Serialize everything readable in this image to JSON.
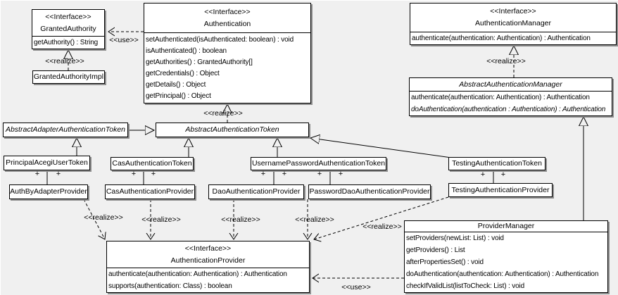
{
  "labels": {
    "use": "<<use>>",
    "realize": "<<realize>>",
    "plus": "+"
  },
  "colors": {
    "background": "#f0f0f0",
    "box_fill": "#ffffff",
    "line": "#000000",
    "shadow": "#8e8e8e"
  },
  "classes": {
    "grantedAuthority": {
      "stereotype": "<<Interface>>",
      "name": "GrantedAuthority",
      "methods": [
        {
          "text": "getAuthority() : String"
        }
      ]
    },
    "grantedAuthorityImpl": {
      "name": "GrantedAuthorityImpl"
    },
    "authentication": {
      "stereotype": "<<Interface>>",
      "name": "Authentication",
      "methods": [
        {
          "text": "setAuthenticated(isAuthenticated: boolean) : void"
        },
        {
          "text": "isAuthenticated() : boolean"
        },
        {
          "text": "getAuthorities() : GrantedAuthority[]"
        },
        {
          "text": "getCredentials() : Object"
        },
        {
          "text": "getDetails() : Object"
        },
        {
          "text": "getPrincipal() : Object"
        }
      ]
    },
    "authenticationManager": {
      "stereotype": "<<Interface>>",
      "name": "AuthenticationManager",
      "methods": [
        {
          "text": "authenticate(authentication: Authentication) : Authentication"
        }
      ]
    },
    "abstractAuthenticationManager": {
      "name": "AbstractAuthenticationManager",
      "abstract": true,
      "methods": [
        {
          "text": "authenticate(authentication: Authentication) : Authentication"
        },
        {
          "text": "doAuthentication(authentication : Authentication) : Authentication",
          "italic": true
        }
      ]
    },
    "abstractAdapterAuthenticationToken": {
      "name": "AbstractAdapterAuthenticationToken",
      "abstract": true
    },
    "abstractAuthenticationToken": {
      "name": "AbstractAuthenticationToken",
      "abstract": true
    },
    "principalAcegiUserToken": {
      "name": "PrincipalAcegiUserToken"
    },
    "casAuthenticationToken": {
      "name": "CasAuthenticationToken"
    },
    "usernamePasswordAuthenticationToken": {
      "name": "UsernamePasswordAuthenticationToken"
    },
    "testingAuthenticationToken": {
      "name": "TestingAuthenticationToken"
    },
    "authByAdapterProvider": {
      "name": "AuthByAdapterProvider"
    },
    "casAuthenticationProvider": {
      "name": "CasAuthenticationProvider"
    },
    "daoAuthenticationProvider": {
      "name": "DaoAuthenticationProvider"
    },
    "passwordDaoAuthenticationProvider": {
      "name": "PasswordDaoAuthenticationProvider"
    },
    "testingAuthenticationProvider": {
      "name": "TestingAuthenticationProvider"
    },
    "authenticationProvider": {
      "stereotype": "<<Interface>>",
      "name": "AuthenticationProvider",
      "methods": [
        {
          "text": "authenticate(authentication: Authentication) : Authentication"
        },
        {
          "text": "supports(authentication: Class) : boolean"
        }
      ]
    },
    "providerManager": {
      "name": "ProviderManager",
      "methods": [
        {
          "text": "setProviders(newList: List) : void"
        },
        {
          "text": "getProviders() : List"
        },
        {
          "text": "afterPropertiesSet() : void"
        },
        {
          "text": "doAuthentication(authentication: Authentication) : Authentication"
        },
        {
          "text": "checkIfValidList(listToCheck: List) : void"
        }
      ]
    }
  }
}
